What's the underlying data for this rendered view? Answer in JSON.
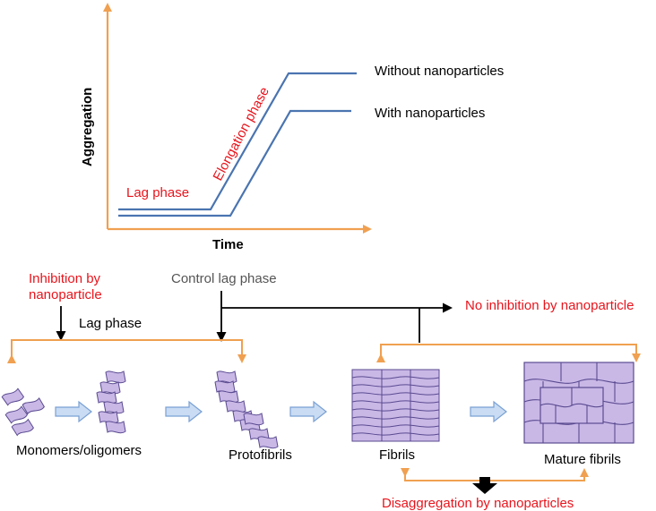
{
  "colors": {
    "axis": "#f0a050",
    "curve": "#4a74b0",
    "red_text": "#e8141c",
    "bracket": "#f0a050",
    "arrow_fill": "#c9dcf3",
    "arrow_stroke": "#7aa0d4",
    "sheet_fill": "#c9b8e6",
    "sheet_stroke": "#5a4a90"
  },
  "graph": {
    "y_axis_label": "Aggregation",
    "x_axis_label": "Time",
    "lag_label": "Lag phase",
    "elongation_label": "Elongation phase",
    "curve_top_label": "Without nanoparticles",
    "curve_bottom_label": "With nanoparticles"
  },
  "pathway": {
    "inhibition_line1": "Inhibition by",
    "inhibition_line2": "nanoparticle",
    "control_label": "Control lag phase",
    "lag_label": "Lag phase",
    "no_inhibition_label": "No inhibition by nanoparticle",
    "disaggregation_label": "Disaggregation by nanoparticles",
    "stages": [
      "Monomers/oligomers",
      "Protofibrils",
      "Fibrils",
      "Mature fibrils"
    ]
  }
}
